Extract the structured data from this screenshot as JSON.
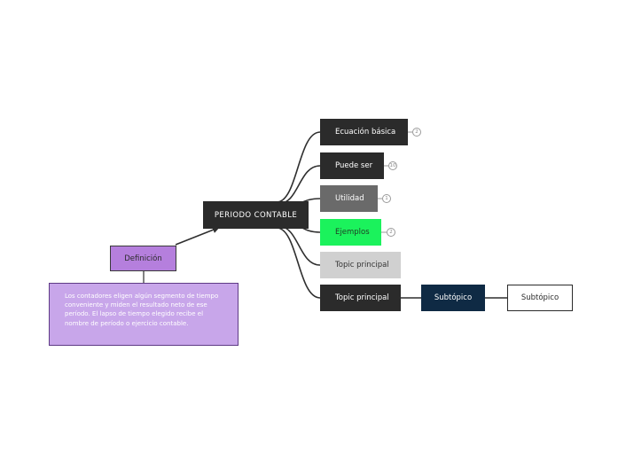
{
  "colors": {
    "dark_node": "#2b2b2b",
    "gray_node": "#6a6a6a",
    "green_node": "#1bf25c",
    "light_node": "#d0d0d0",
    "navy_node": "#0f2a44",
    "purple_node": "#b57fdd",
    "purple_note": "#c8a6ea",
    "connector": "#2f2f2f"
  },
  "root": {
    "label": "PERIODO CONTABLE"
  },
  "branches": [
    {
      "label": "Ecuación básica",
      "badge": "2"
    },
    {
      "label": "Puede ser",
      "badge": "10"
    },
    {
      "label": "Utilidad",
      "badge": "1"
    },
    {
      "label": "Ejemplos",
      "badge": "2"
    },
    {
      "label": "Topic principal",
      "badge": ""
    },
    {
      "label": "Topic principal",
      "badge": ""
    }
  ],
  "subtopics": [
    {
      "label": "Subtópico"
    },
    {
      "label": "Subtópico"
    }
  ],
  "definition": {
    "label": "Definición",
    "note": "Los contadores eligen algún segmento de tiempo conveniente y miden el resultado neto de ese período. El lapso de tiempo elegido recibe el nombre de período o ejercicio contable."
  }
}
